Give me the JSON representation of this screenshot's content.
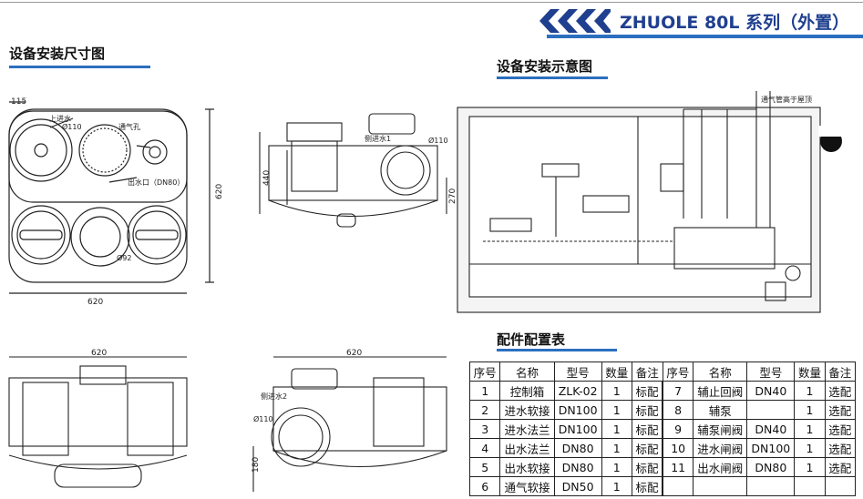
{
  "header": {
    "series_title": "ZHUOLE 80L 系列（外置）"
  },
  "sections": {
    "dimensions": "设备安装尺寸图",
    "installation": "设备安装示意图",
    "parts": "配件配置表"
  },
  "drawing_labels": {
    "top_view": {
      "dim_115": "115",
      "inlet_top": "上进水",
      "phi110": "Ø110",
      "vent_hole": "通气孔",
      "outlet": "出水口（DN80）",
      "phi92": "Ø92",
      "dim_620_h": "620",
      "dim_620_v": "620"
    },
    "side_view_1": {
      "side_inlet_1": "侧进水1",
      "phi110": "Ø110",
      "dim_440": "440",
      "dim_270": "270"
    },
    "front_view": {
      "dim_620": "620"
    },
    "side_view_2": {
      "dim_620": "620",
      "side_inlet_2": "侧进水2",
      "phi110": "Ø110",
      "dim_180": "180"
    },
    "install_diagram": {
      "vent_note": "通气管高于屋顶"
    }
  },
  "parts_table": {
    "headers": [
      "序号",
      "名称",
      "型号",
      "数量",
      "备注",
      "序号",
      "名称",
      "型号",
      "数量",
      "备注"
    ],
    "rows": [
      [
        "1",
        "控制箱",
        "ZLK-02",
        "1",
        "标配",
        "7",
        "辅止回阀",
        "DN40",
        "1",
        "选配"
      ],
      [
        "2",
        "进水软接",
        "DN100",
        "1",
        "标配",
        "8",
        "辅泵",
        "",
        "1",
        "选配"
      ],
      [
        "3",
        "进水法兰",
        "DN100",
        "1",
        "标配",
        "9",
        "辅泵闸阀",
        "DN40",
        "1",
        "选配"
      ],
      [
        "4",
        "出水法兰",
        "DN80",
        "1",
        "标配",
        "10",
        "进水闸阀",
        "DN100",
        "1",
        "选配"
      ],
      [
        "5",
        "出水软接",
        "DN80",
        "1",
        "标配",
        "11",
        "出水闸阀",
        "DN80",
        "1",
        "选配"
      ],
      [
        "6",
        "通气软接",
        "DN50",
        "1",
        "标配",
        "",
        "",
        "",
        "",
        ""
      ]
    ]
  },
  "colors": {
    "brand_blue": "#1f3f8f",
    "accent_blue": "#2c6fbf"
  }
}
